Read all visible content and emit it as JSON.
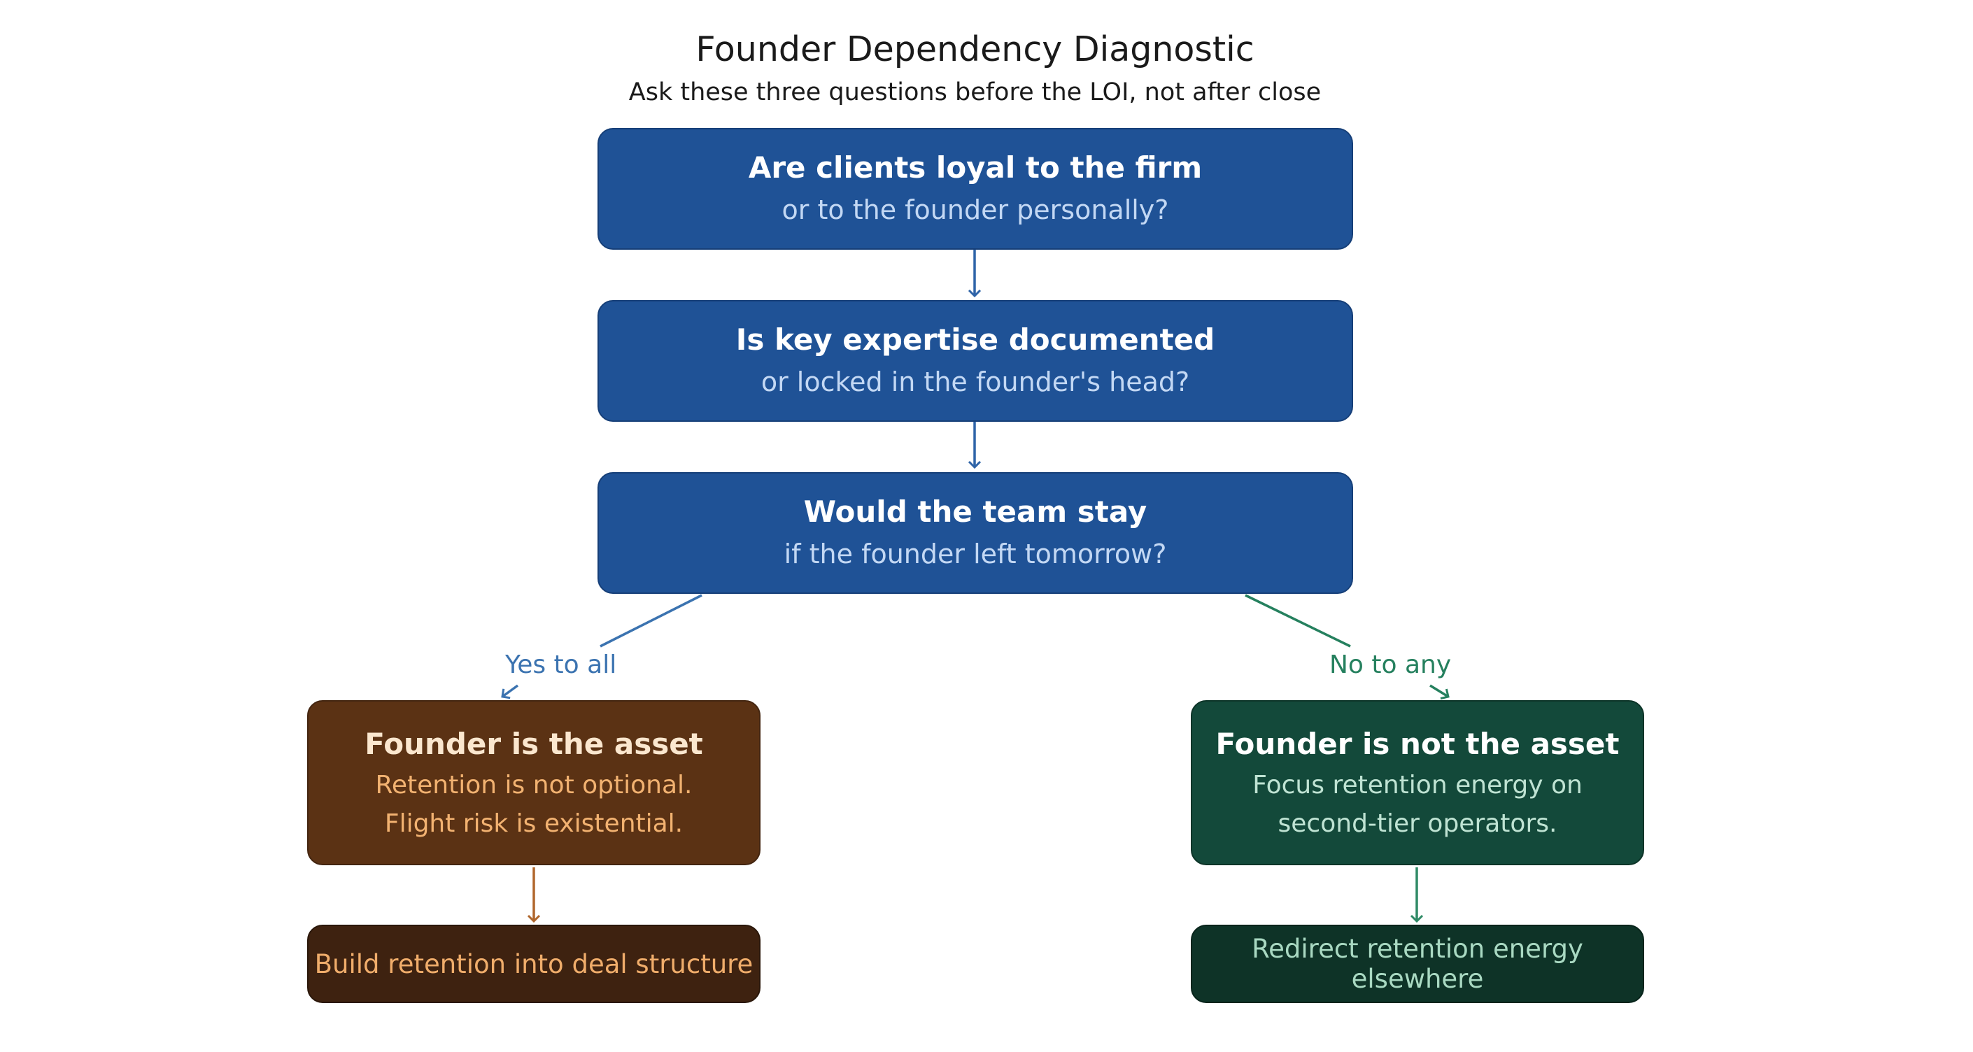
{
  "title": "Founder Dependency Diagnostic",
  "subtitle": "Ask these three questions before the LOI, not after close",
  "questions": [
    {
      "main": "Are clients loyal to the firm",
      "sub": "or to the founder personally?"
    },
    {
      "main": "Is key expertise documented",
      "sub": "or locked in the founder's head?"
    },
    {
      "main": "Would the team stay",
      "sub": "if the founder left tomorrow?"
    }
  ],
  "branches": {
    "left_label": "Yes to all",
    "right_label": "No to any"
  },
  "outcomes": {
    "left": {
      "title": "Founder is the asset",
      "line1": "Retention is not optional.",
      "line2": "Flight risk is existential.",
      "action": "Build retention into deal structure"
    },
    "right": {
      "title": "Founder is not the asset",
      "line1": "Focus retention energy on",
      "line2": "second-tier operators.",
      "action": "Redirect retention energy elsewhere"
    }
  },
  "colors": {
    "question_fill": "#1f5296",
    "question_connector": "#2f64a8",
    "yes_branch": "#3b73b0",
    "no_branch": "#25805e",
    "left_connector": "#b0672d",
    "right_connector": "#2f8a66"
  }
}
